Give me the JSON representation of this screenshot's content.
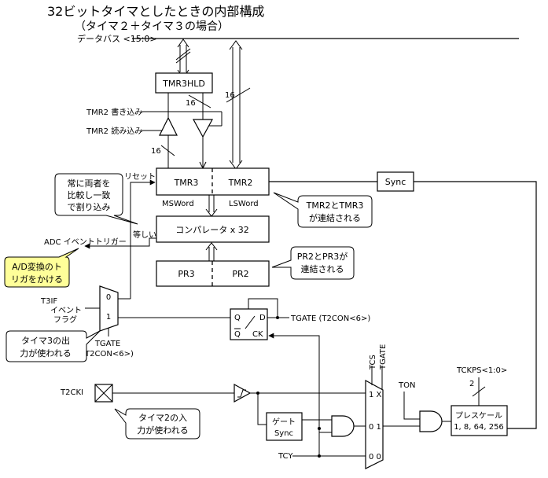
{
  "title": {
    "line1": "32ビットタイマとしたときの内部構成",
    "line2": "（タイマ２＋タイマ３の場合）"
  },
  "bus": {
    "label": "データバス <15:0>",
    "width_16": "16"
  },
  "blocks": {
    "tmr3hld": "TMR3HLD",
    "tmr3": "TMR3",
    "tmr2": "TMR2",
    "msword": "MSWord",
    "lsword": "LSWord",
    "comparator": "コンパレータ x 32",
    "pr3": "PR3",
    "pr2": "PR2",
    "sync": "Sync",
    "gate_sync_1": "ゲート",
    "gate_sync_2": "Sync",
    "prescaler_1": "プレスケール",
    "prescaler_2": "1, 8, 64, 256",
    "mux_0": "0",
    "mux_1": "1",
    "sel_1x": "1 X",
    "sel_01": "0 1",
    "sel_00": "0 0",
    "ff_q": "Q",
    "ff_d": "D",
    "ff_qbar": "Q",
    "ff_ck": "CK"
  },
  "labels": {
    "tmr2_write": "TMR2 書き込み",
    "tmr2_read": "TMR2 読み込み",
    "reset": "リセット",
    "equal": "等しい",
    "adc_trigger": "ADC イベントトリガー",
    "t3if_1": "T3IF",
    "t3if_2": "イベント",
    "t3if_3": "フラグ",
    "tgate_1": "TGATE",
    "tgate_2": "(T2CON<6>)",
    "tgate_ff": "TGATE (T2CON<6>)",
    "t2cki": "T2CKI",
    "tcs": "TCS",
    "tgate_v": "TGATE",
    "ton": "TON",
    "tckps": "TCKPS<1:0>",
    "tckps_width": "2",
    "tcy": "TCY"
  },
  "callouts": {
    "compare_1": "常に両者を",
    "compare_2": "比較し一致",
    "compare_3": "で割り込み",
    "concat_tmr_1": "TMR2とTMR3",
    "concat_tmr_2": "が連結される",
    "concat_pr_1": "PR2とPR3が",
    "concat_pr_2": "連結される",
    "adc_1": "A/D変換のト",
    "adc_2": "リガをかける",
    "t3out_1": "タイマ3の出",
    "t3out_2": "力が使われる",
    "t2in_1": "タイマ2の入",
    "t2in_2": "力が使われる"
  },
  "colors": {
    "highlight_callout": "#ffff99",
    "gray_label": "#555555"
  }
}
